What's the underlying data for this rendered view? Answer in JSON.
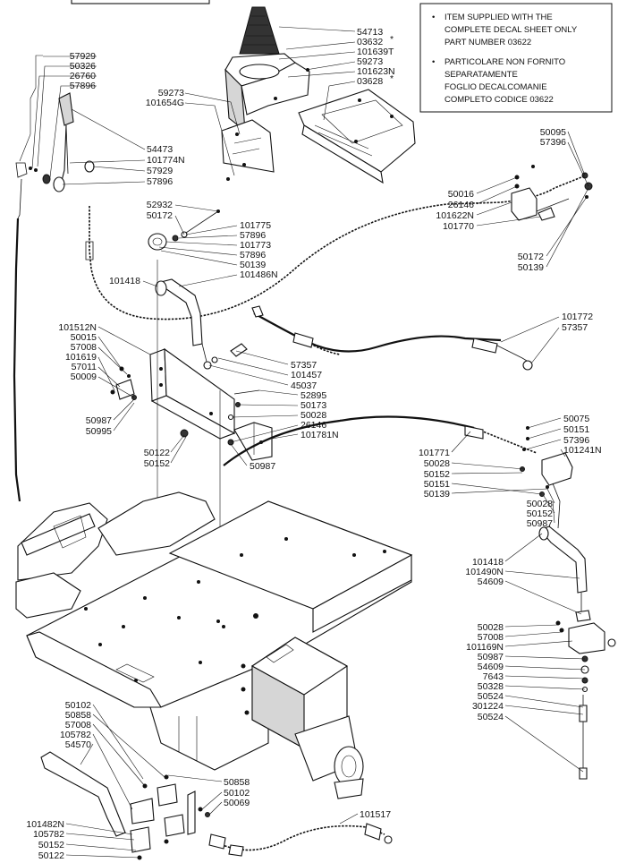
{
  "notes": {
    "en": [
      "ITEM SUPPLIED WITH THE",
      "COMPLETE DECAL SHEET ONLY",
      "PART NUMBER 03622"
    ],
    "it": [
      "PARTICOLARE NON FORNITO",
      "SEPARATAMENTE",
      "FOGLIO DECALCOMANIE",
      "COMPLETO CODICE 03622"
    ]
  },
  "labels": {
    "l54713": "54713",
    "l03632": "03632",
    "l101639T": "101639T",
    "l59273a": "59273",
    "l101623N": "101623N",
    "l03628": "03628",
    "l59273b": "59273",
    "l101654G": "101654G",
    "l57929a": "57929",
    "l50326": "50326",
    "l26760": "26760",
    "l57896a": "57896",
    "l54473": "54473",
    "l101774N": "101774N",
    "l57929b": "57929",
    "l57896b": "57896",
    "l52932": "52932",
    "l50172a": "50172",
    "l101775": "101775",
    "l57896c": "57896",
    "l101773": "101773",
    "l57896d": "57896",
    "l50139a": "50139",
    "l101486N": "101486N",
    "l101418a": "101418",
    "l50095": "50095",
    "l57396a": "57396",
    "l50016": "50016",
    "l26146a": "26146",
    "l101622N": "101622N",
    "l101770": "101770",
    "l50172b": "50172",
    "l50139b": "50139",
    "l101512N": "101512N",
    "l50015": "50015",
    "l57008a": "57008",
    "l101619": "101619",
    "l57011": "57011",
    "l50009": "50009",
    "l50987a": "50987",
    "l50995": "50995",
    "l101772": "101772",
    "l57357a": "57357",
    "l57357b": "57357",
    "l101457": "101457",
    "l45037": "45037",
    "l52895": "52895",
    "l50173": "50173",
    "l50028a": "50028",
    "l26146b": "26146",
    "l101781N": "101781N",
    "l50122a": "50122",
    "l50152a": "50152",
    "l50987b": "50987",
    "l50075": "50075",
    "l50151a": "50151",
    "l57396b": "57396",
    "l101241N": "101241N",
    "l101771": "101771",
    "l50028b": "50028",
    "l50152b": "50152",
    "l50151b": "50151",
    "l50139c": "50139",
    "l50028c": "50028",
    "l50152c": "50152",
    "l50987c": "50987",
    "l101418b": "101418",
    "l101490N": "101490N",
    "l54609a": "54609",
    "l50028d": "50028",
    "l57008b": "57008",
    "l101169N": "101169N",
    "l50987d": "50987",
    "l54609b": "54609",
    "l7643": "7643",
    "l50328": "50328",
    "l50524a": "50524",
    "l301224": "301224",
    "l50524b": "50524",
    "l50102a": "50102",
    "l50858a": "50858",
    "l57008c": "57008",
    "l105782a": "105782",
    "l54570": "54570",
    "l50858b": "50858",
    "l50102b": "50102",
    "l50069": "50069",
    "l101517": "101517",
    "l101482N": "101482N",
    "l105782b": "105782",
    "l50152d": "50152",
    "l50122b": "50122"
  }
}
